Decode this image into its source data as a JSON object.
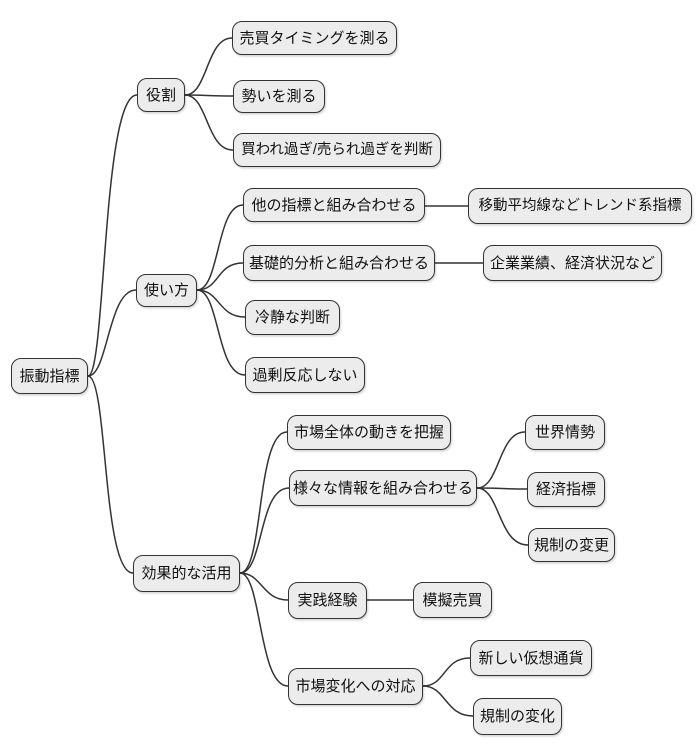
{
  "diagram": {
    "type": "mindmap",
    "direction": "left-to-right",
    "colors": {
      "background": "#ffffff",
      "node_fill": "#ececec",
      "node_border": "#333333",
      "edge": "#333333",
      "text": "#111111"
    },
    "root": {
      "label": "振動指標"
    },
    "branches": [
      {
        "label": "役割",
        "children": [
          {
            "label": "売買タイミングを測る"
          },
          {
            "label": "勢いを測る"
          },
          {
            "label": "買われ過ぎ/売られ過ぎを判断"
          }
        ]
      },
      {
        "label": "使い方",
        "children": [
          {
            "label": "他の指標と組み合わせる",
            "children": [
              {
                "label": "移動平均線などトレンド系指標"
              }
            ]
          },
          {
            "label": "基礎的分析と組み合わせる",
            "children": [
              {
                "label": "企業業績、経済状況など"
              }
            ]
          },
          {
            "label": "冷静な判断"
          },
          {
            "label": "過剰反応しない"
          }
        ]
      },
      {
        "label": "効果的な活用",
        "children": [
          {
            "label": "市場全体の動きを把握"
          },
          {
            "label": "様々な情報を組み合わせる",
            "children": [
              {
                "label": "世界情勢"
              },
              {
                "label": "経済指標"
              },
              {
                "label": "規制の変更"
              }
            ]
          },
          {
            "label": "実践経験",
            "children": [
              {
                "label": "模擬売買"
              }
            ]
          },
          {
            "label": "市場変化への対応",
            "children": [
              {
                "label": "新しい仮想通貨"
              },
              {
                "label": "規制の変化"
              }
            ]
          }
        ]
      }
    ]
  }
}
